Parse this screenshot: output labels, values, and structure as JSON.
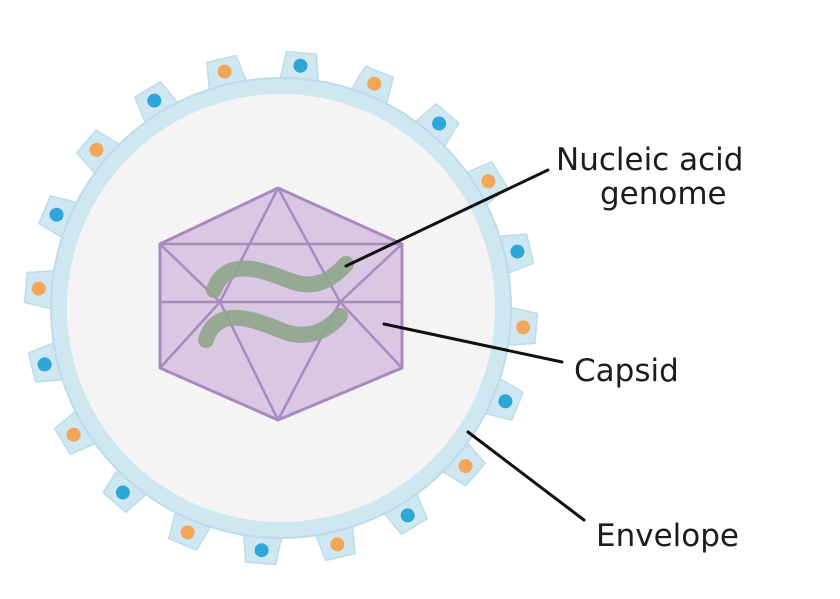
{
  "diagram": {
    "labels": {
      "nucleic_acid_line1": "Nucleic acid",
      "nucleic_acid_line2": "genome",
      "capsid": "Capsid",
      "envelope": "Envelope"
    },
    "colors": {
      "envelope_fill": "#cfe7f1",
      "envelope_stroke": "#bcdcea",
      "interior": "#f4f4f5",
      "capsid_fill": "#d9c7e4",
      "capsid_stroke": "#a78bbf",
      "genome": "#8fa58c",
      "glycoprotein_blue": "#2fa6d8",
      "glycoprotein_orange": "#f2a65a",
      "leader_line": "#111111"
    }
  }
}
